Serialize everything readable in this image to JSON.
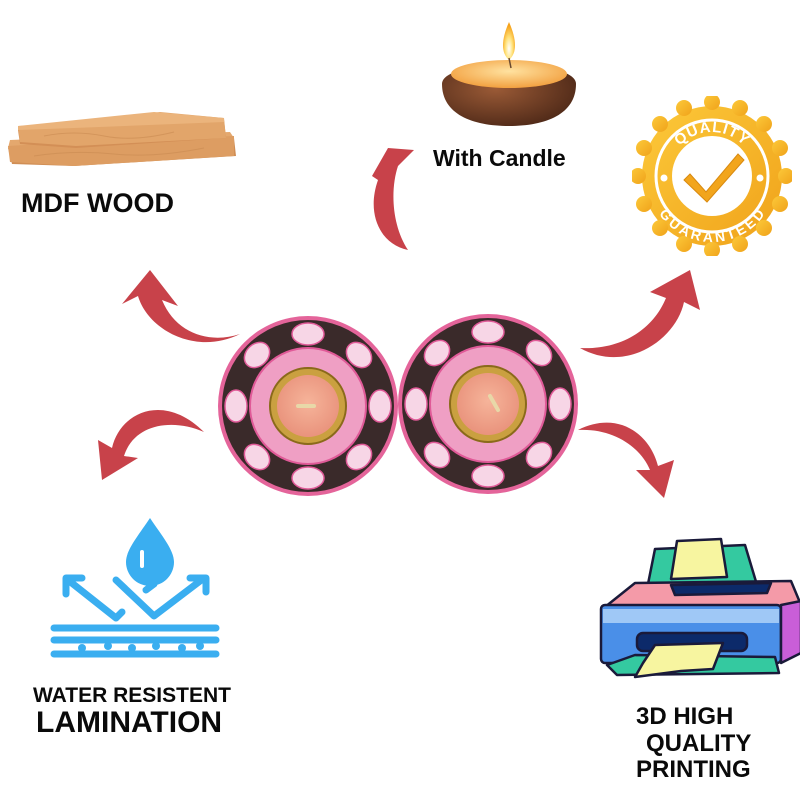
{
  "features": {
    "wood": {
      "label": "MDF WOOD",
      "icon": "wood-planks-icon"
    },
    "candle": {
      "label": "With Candle",
      "icon": "candle-icon"
    },
    "quality": {
      "badge_top": "QUALITY",
      "badge_bottom": "GUARANTEED",
      "icon": "quality-badge-icon"
    },
    "water": {
      "line1": "WATER RESISTENT",
      "line2": "LAMINATION",
      "icon": "water-resistant-icon"
    },
    "printing": {
      "line1": "3D HIGH",
      "line2": "QUALITY",
      "line3": "PRINTING",
      "icon": "printer-icon"
    }
  },
  "product": {
    "name": "tealight-holders",
    "count": 2
  },
  "colors": {
    "arrow": "#c8424a",
    "water_blue": "#3aaef0",
    "badge_gold": "#f4b41a",
    "holder_pink": "#ef9fc4",
    "candle_wax": "#f0a78c"
  }
}
